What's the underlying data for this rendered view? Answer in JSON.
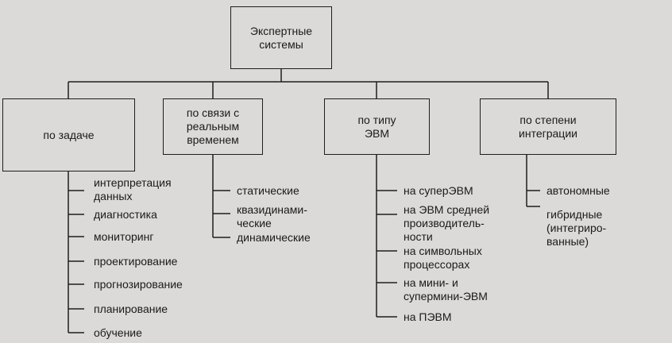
{
  "root": {
    "label": "Экспертные\nсистемы"
  },
  "categories": [
    {
      "label": "по задаче",
      "items": [
        "интерпретация\nданных",
        "диагностика",
        "мониторинг",
        "проектирование",
        "прогнозирование",
        "планирование",
        "обучение"
      ]
    },
    {
      "label": "по связи с\nреальным\nвременем",
      "items": [
        "статические",
        "квазидинами-\nческие",
        "динамические"
      ]
    },
    {
      "label": "по типу\nЭВМ",
      "items": [
        "на суперЭВМ",
        "на ЭВМ средней\nпроизводитель-\nности",
        "на символьных\nпроцессорах",
        "на мини- и\nсупермини-ЭВМ",
        "на ПЭВМ"
      ]
    },
    {
      "label": "по степени\nинтеграции",
      "items": [
        "автономные",
        "гибридные\n(интегриро-\nванные)"
      ]
    }
  ],
  "colors": {
    "line": "#1e1e1e",
    "background": "#dcdad8"
  }
}
